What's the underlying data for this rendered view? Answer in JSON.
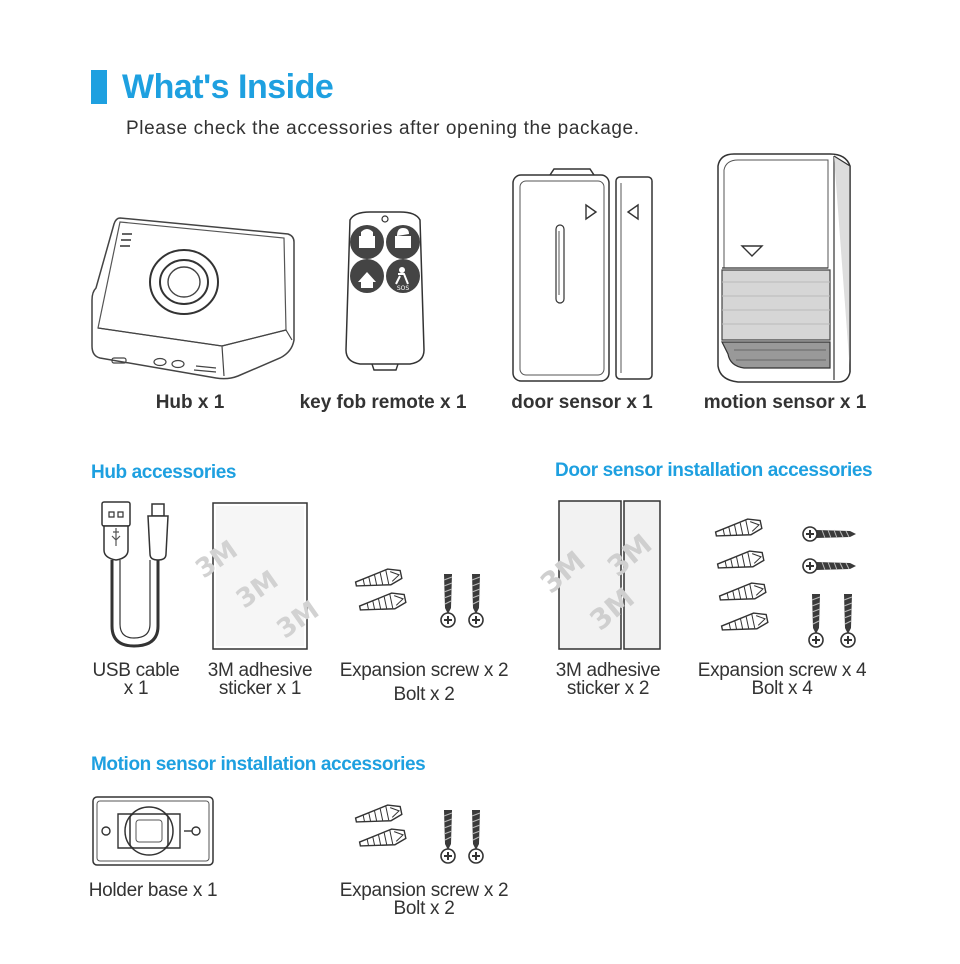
{
  "header": {
    "title": "What's Inside",
    "subtitle": "Please check the accessories after opening the package.",
    "accent_color": "#1ea0e0"
  },
  "products": [
    {
      "label": "Hub x 1",
      "icon": "hub-icon"
    },
    {
      "label": "key fob remote x 1",
      "icon": "key-fob-icon"
    },
    {
      "label": "door sensor x 1",
      "icon": "door-sensor-icon"
    },
    {
      "label": "motion sensor x 1",
      "icon": "motion-sensor-icon"
    }
  ],
  "key_fob": {
    "sos": "SOS"
  },
  "hub_accessories": {
    "title": "Hub accessories",
    "items": [
      {
        "line1": "USB cable",
        "line2": "x 1",
        "icon": "usb-cable-icon"
      },
      {
        "line1": "3M adhesive",
        "line2": "sticker x 1",
        "icon": "adhesive-sticker-icon"
      },
      {
        "line1": "Expansion screw x 2",
        "line2": "Bolt x 2",
        "icon": "screws-icon"
      }
    ]
  },
  "door_accessories": {
    "title": "Door sensor  installation accessories",
    "items": [
      {
        "line1": "3M adhesive",
        "line2": "sticker x 2",
        "icon": "adhesive-sticker-icon"
      },
      {
        "line1": "Expansion screw x 4",
        "line2": "Bolt x 4",
        "icon": "screws-icon"
      }
    ]
  },
  "motion_accessories": {
    "title": "Motion sensor installation accessories",
    "items": [
      {
        "line1": "Holder base x 1",
        "icon": "holder-base-icon"
      },
      {
        "line1": "Expansion screw x 2",
        "line2": "Bolt x 2",
        "icon": "screws-icon"
      }
    ]
  },
  "sticker_text": "3M"
}
